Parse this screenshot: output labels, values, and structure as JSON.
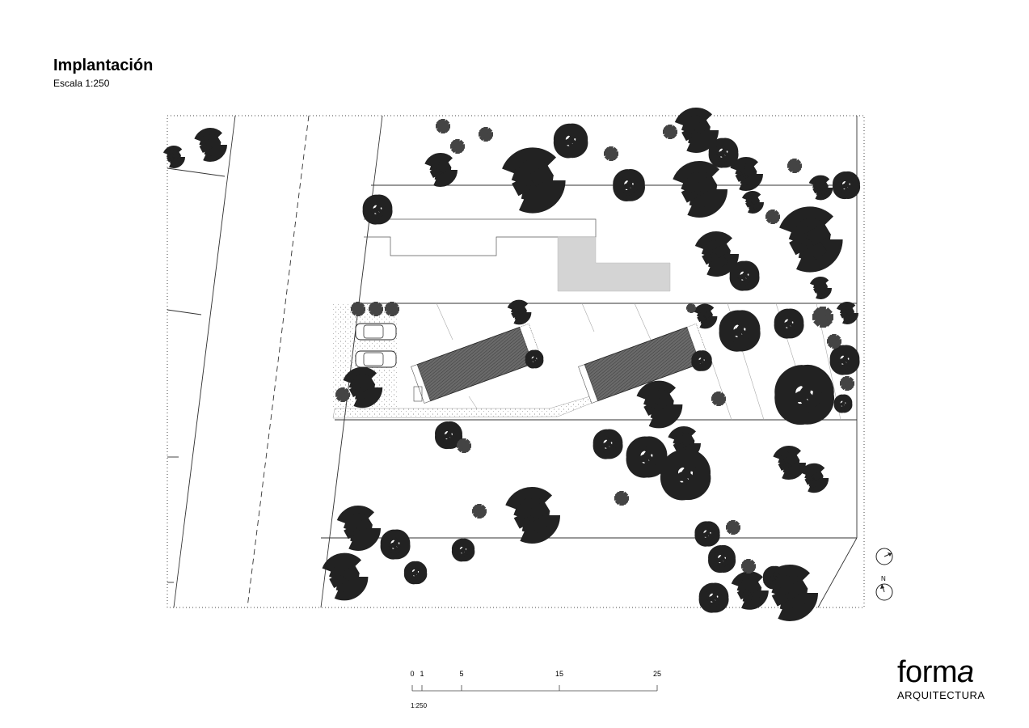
{
  "header": {
    "title": "Implantación",
    "scale_label": "Escala 1:250"
  },
  "scale_bar": {
    "ticks": [
      "0",
      "1",
      "5",
      "15",
      "25"
    ],
    "ratio": "1:250"
  },
  "compass": {
    "north_label": "N"
  },
  "brand": {
    "name_main": "form",
    "name_accent": "a",
    "subtitle": "ARQUITECTURA"
  },
  "colors": {
    "roof": "#555555",
    "existing_building": "#d4d4d4",
    "line": "#333333"
  }
}
